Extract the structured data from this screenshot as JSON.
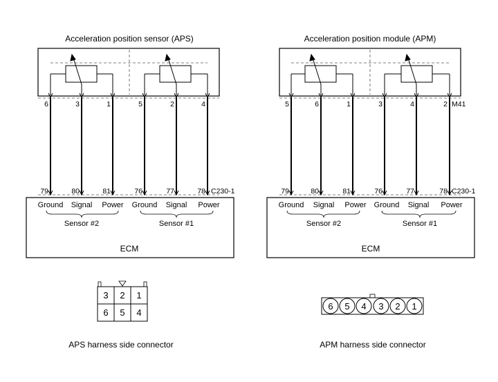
{
  "aps": {
    "title": "Acceleration position sensor (APS)",
    "sensor_pins": [
      "6",
      "3",
      "1",
      "5",
      "2",
      "4"
    ],
    "ecm_pins": [
      "79",
      "80",
      "81",
      "76",
      "77",
      "78"
    ],
    "ecm_connector": "C230-1",
    "functions": [
      "Ground",
      "Signal",
      "Power",
      "Ground",
      "Signal",
      "Power"
    ],
    "groups": [
      "Sensor #2",
      "Sensor #1"
    ],
    "ecm_label": "ECM",
    "connector_caption": "APS harness side connector",
    "connector_top_row": [
      "3",
      "2",
      "1"
    ],
    "connector_bottom_row": [
      "6",
      "5",
      "4"
    ]
  },
  "apm": {
    "title": "Acceleration position module (APM)",
    "sensor_pins": [
      "5",
      "6",
      "1",
      "3",
      "4",
      "2"
    ],
    "sensor_connector": "M41",
    "ecm_pins": [
      "79",
      "80",
      "81",
      "76",
      "77",
      "78"
    ],
    "ecm_connector": "C230-1",
    "functions": [
      "Ground",
      "Signal",
      "Power",
      "Ground",
      "Signal",
      "Power"
    ],
    "groups": [
      "Sensor #2",
      "Sensor #1"
    ],
    "ecm_label": "ECM",
    "connector_caption": "APM harness side connector",
    "connector_pins": [
      "6",
      "5",
      "4",
      "3",
      "2",
      "1"
    ]
  }
}
